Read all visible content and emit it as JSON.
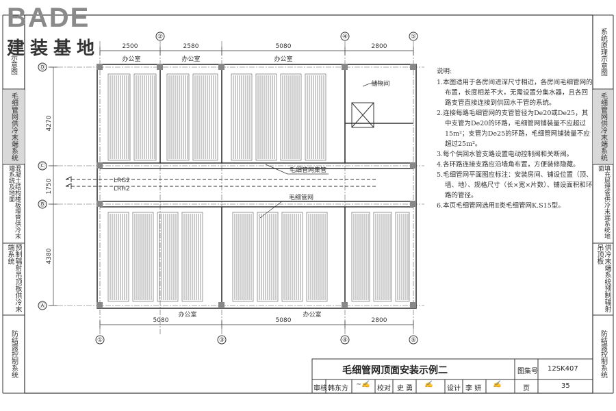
{
  "logo": {
    "latin": "BADE",
    "chinese": "建装基地"
  },
  "left_tabs": [
    {
      "text": "示意图",
      "active": false
    },
    {
      "text": "毛细管网供冷末端系统",
      "active": true
    },
    {
      "text": "混凝土结构楼板埋管供冷末端系统及地面",
      "active": false
    },
    {
      "text": "预制辐射吊顶板供冷末端系统",
      "active": false
    },
    {
      "text": "防结露控制系统",
      "active": false
    }
  ],
  "right_tabs": [
    {
      "text": "系统原理示意图",
      "active": false
    },
    {
      "text": "毛细管网供冷末端系统",
      "active": true
    },
    {
      "text": "填充层埋管供冷末端系统地面",
      "active": false
    },
    {
      "text": "供冷末端系统预制辐射吊顶板",
      "active": false
    },
    {
      "text": "防结露控制系统",
      "active": false
    }
  ],
  "plan": {
    "top_dims": [
      "2500",
      "2580",
      "5080",
      "2800"
    ],
    "bottom_dims": [
      "5080",
      "5080",
      "2800"
    ],
    "left_dims": [
      "4270",
      "1750",
      "4380"
    ],
    "axis_cols": [
      "①",
      "②",
      "③",
      "④",
      "⑤"
    ],
    "axis_rows": [
      "Ⓓ",
      "Ⓒ",
      "Ⓑ",
      "Ⓐ"
    ],
    "room_top": [
      "办公室",
      "办公室",
      "办公室"
    ],
    "room_bottom": [
      "办公室",
      "办公室"
    ],
    "storage": "储物间",
    "pipe_header": "毛细管网集管",
    "capillary": "毛细管网",
    "lrg": "LRG2",
    "lrh": "LRH2"
  },
  "notes": {
    "heading": "说明:",
    "items": [
      "1.本图适用于各房间进深尺寸相近，各房间毛细管网的布置，长度相差不大，无需设置分集水器，且各回路支管直接连接到供回水干管的系统。",
      "2.连接每路毛细管网的支管管径为De20或De25，其中支管为De20的环路，毛细管网铺装量不应超过15m²；支管为De25的环路，毛细管网铺装量不应超过25m²。",
      "3.每个供回水管支路设置电动控制阀和关断阀。",
      "4.各环路连接支路应沿墙角布置，方便装修隐藏。",
      "5.毛细管网平面图应标注：安装房间、铺设位置（顶、墙、地）、规格尺寸（长×宽×片数）、铺设面积和环路的管径。",
      "6.本页毛细管网选用Ⅱ类毛细管网K.S15型。"
    ]
  },
  "title_block": {
    "title": "毛细管网顶面安装示例二",
    "atlas_label": "图集号",
    "atlas_no": "12SK407",
    "review_label": "审核",
    "reviewer": "韩东方",
    "check_label": "校对",
    "checker": "史 勇",
    "design_label": "设计",
    "designer": "李 妍",
    "page_label": "页",
    "page_no": "35"
  }
}
